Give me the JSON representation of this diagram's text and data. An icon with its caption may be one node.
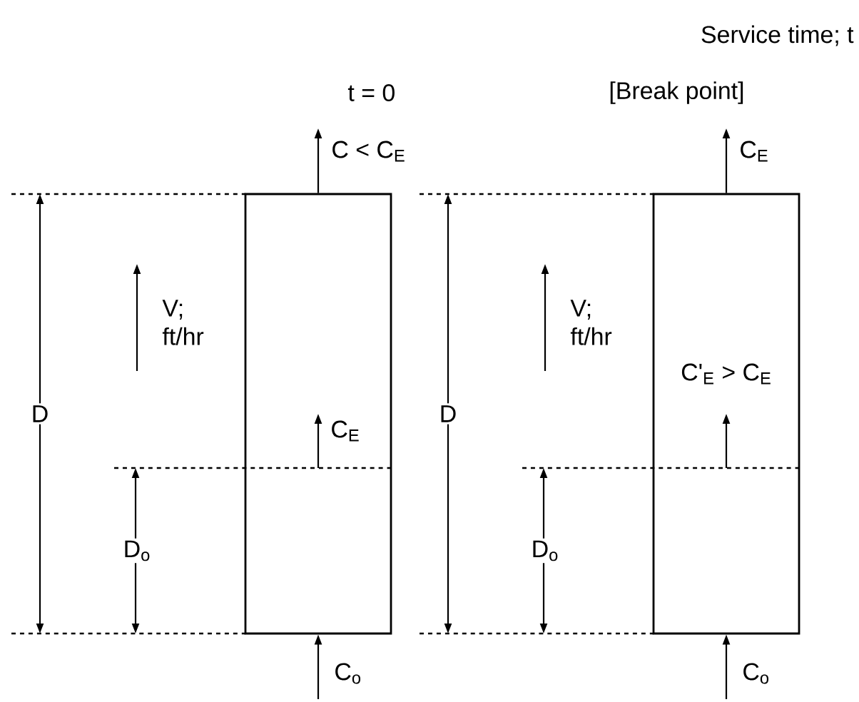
{
  "diagram": {
    "nodes": [
      {
        "text": [],
        "shape": "box"
      },
      {
        "text": [],
        "shape": "box"
      }
    ],
    "edges": [
      {
        "from": null,
        "to": 0,
        "arrow": "to",
        "label": "C$_{o}$"
      },
      {
        "from": 0,
        "to": null,
        "arrow": "to",
        "label": "C < C$_{E}$"
      },
      {
        "from": null,
        "to": 1,
        "arrow": "to",
        "label": "C$_{o}$"
      },
      {
        "from": 1,
        "to": null,
        "arrow": "to",
        "label": "C$_{E}$"
      }
    ],
    "labels": [
      "Service time; t",
      "t = 0",
      "[Break point]",
      "V; ft/hr",
      "V; ft/hr",
      "C'$_{E}$ > C$_{E}$",
      "D",
      "D",
      "C$_{E}$",
      "D$_{o}$",
      "D$_{o}$"
    ]
  }
}
